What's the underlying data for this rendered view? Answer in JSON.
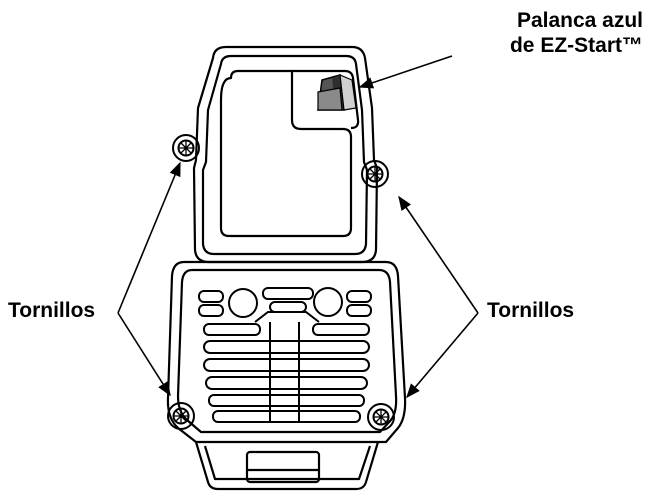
{
  "labels": {
    "lever_line1": "Palanca azul",
    "lever_line2": "de EZ-Start™",
    "screws_left": "Tornillos",
    "screws_right": "Tornillos"
  },
  "colors": {
    "ink": "#000000",
    "lever_dark": "#3a3a3a",
    "lever_mid": "#8a8a8a",
    "background": "#ffffff"
  }
}
